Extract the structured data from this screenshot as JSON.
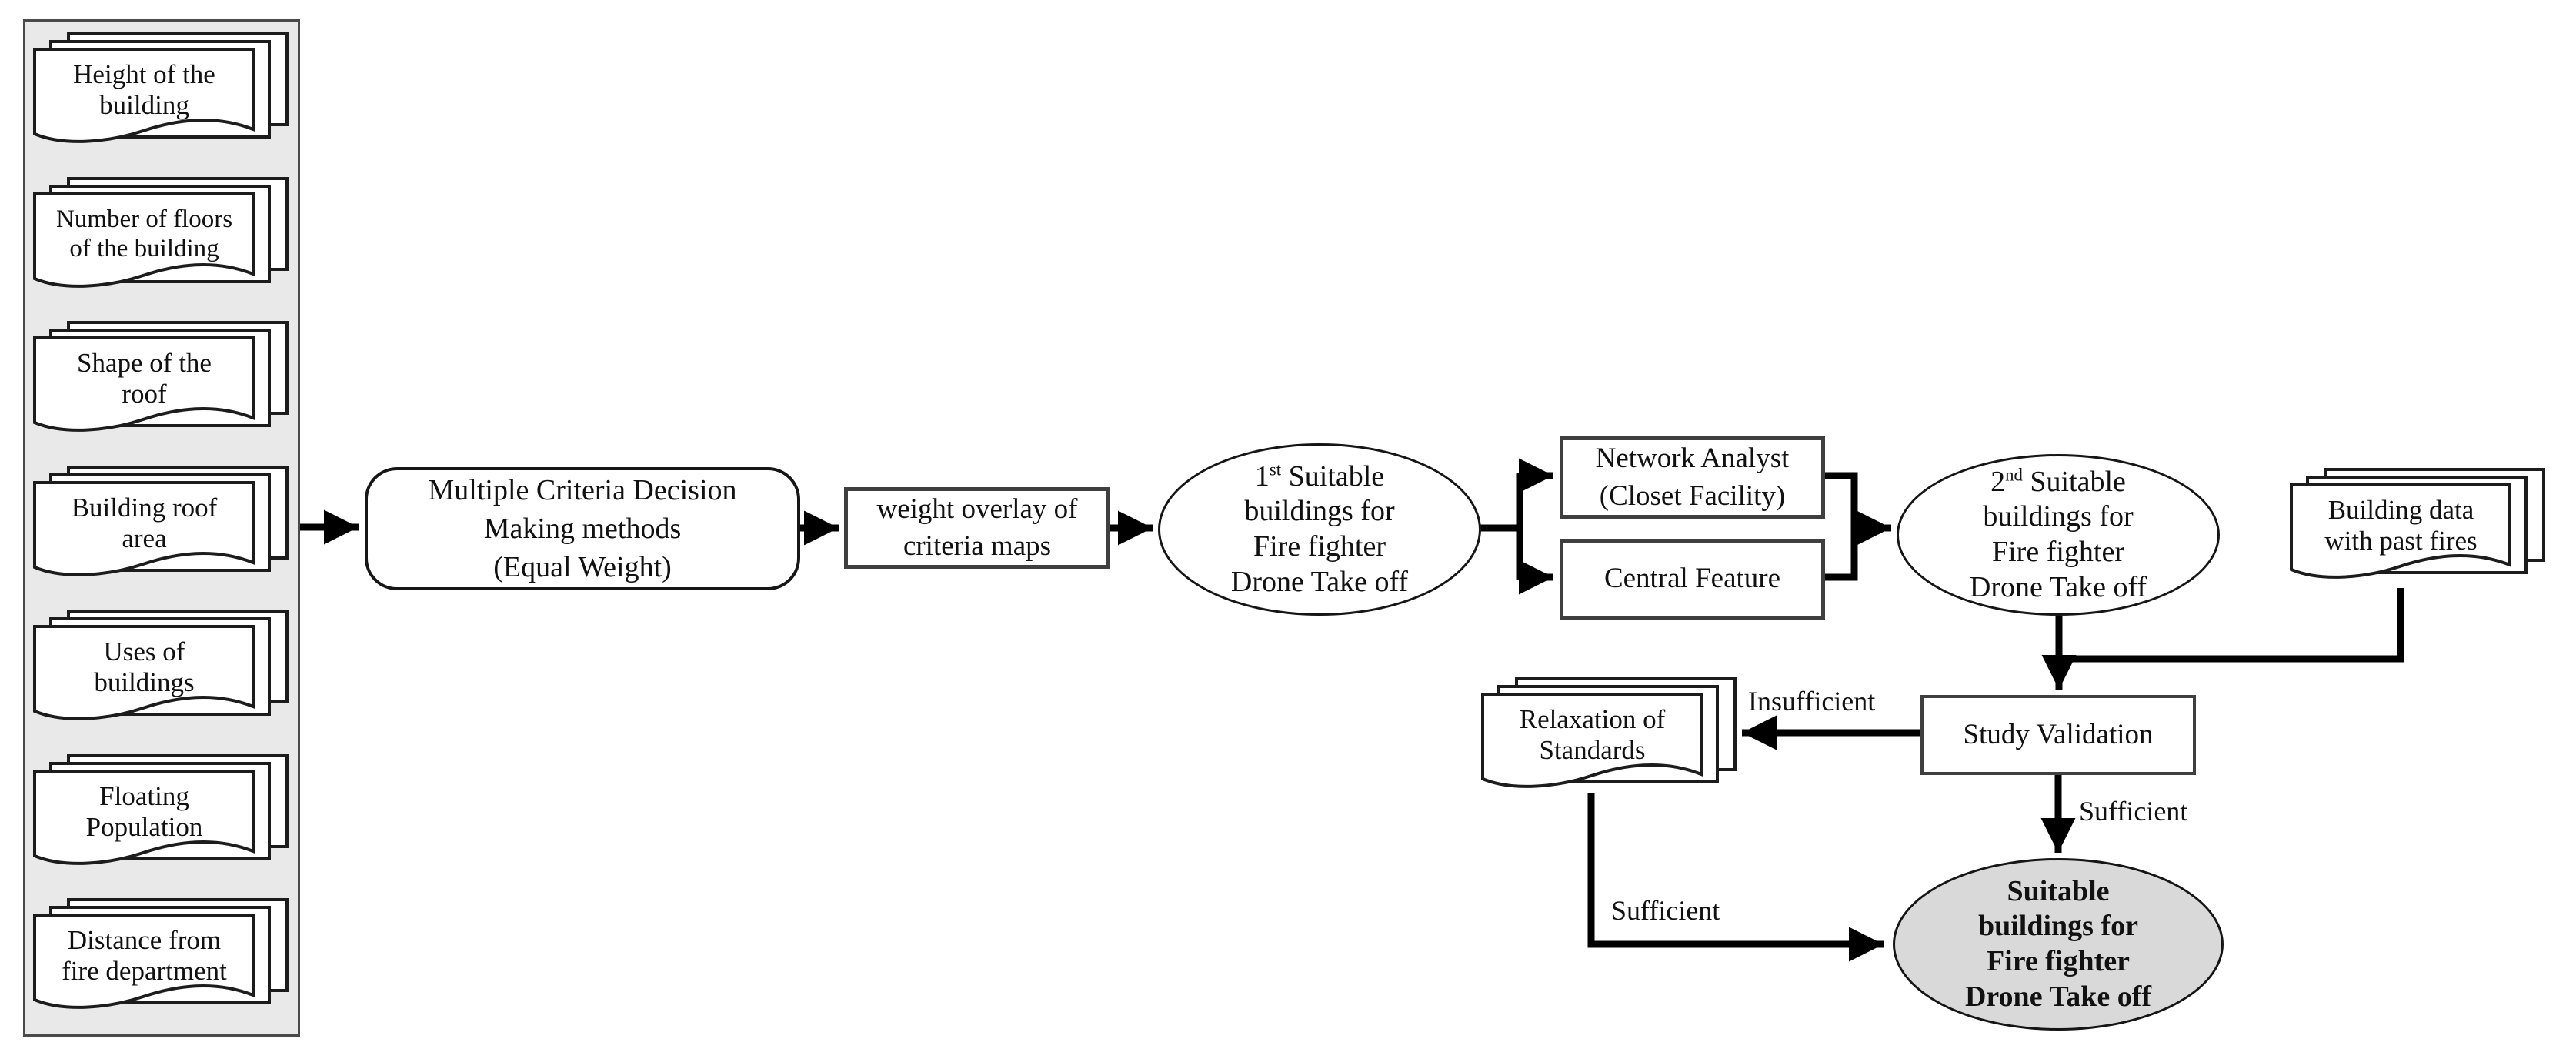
{
  "panel": {
    "items": [
      {
        "label": "Height of the\nbuilding"
      },
      {
        "label": "Number of floors\nof the building"
      },
      {
        "label": "Shape of the\nroof"
      },
      {
        "label": "Building roof\narea"
      },
      {
        "label": "Uses of\nbuildings"
      },
      {
        "label": "Floating\nPopulation"
      },
      {
        "label": "Distance from\nfire department"
      }
    ]
  },
  "nodes": {
    "mcdm": "Multiple Criteria Decision\nMaking methods\n(Equal Weight)",
    "weight_overlay": "weight overlay of\ncriteria maps",
    "first_suitable": {
      "ordinal": "1",
      "suffix": "st",
      "rest": " Suitable\nbuildings for\nFire fighter\nDrone Take off"
    },
    "network_analyst": "Network Analyst\n(Closet Facility)",
    "central_feature": "Central Feature",
    "second_suitable": {
      "ordinal": "2",
      "suffix": "nd",
      "rest": " Suitable\nbuildings for\nFire fighter\nDrone Take off"
    },
    "building_data": "Building data\nwith past fires",
    "study_validation": "Study Validation",
    "relaxation": "Relaxation of\nStandards",
    "final_suitable": "Suitable\nbuildings for\nFire fighter\nDrone Take off"
  },
  "labels": {
    "insufficient": "Insufficient",
    "sufficient_right": "Sufficient",
    "sufficient_bottom": "Sufficient"
  },
  "colors": {
    "panel_fill": "#e9e9e9",
    "final_ellipse_fill": "#d9d9d9",
    "stroke": "#111111",
    "background": "#ffffff"
  }
}
